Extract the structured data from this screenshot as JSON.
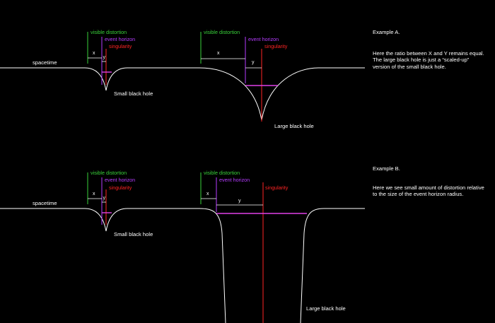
{
  "labels": {
    "spacetime": "spacetime",
    "visible_distortion": "visible distortion",
    "event_horizon": "event horizon",
    "singularity": "singularity",
    "x": "x",
    "y": "y",
    "small_black_hole": "Small black hole",
    "large_black_hole": "Large black hole"
  },
  "example_a": {
    "title": "Example A.",
    "text": "Here the ratio between X and Y remains equal. The large black hole is just a “scaled-up” version of the small black hole."
  },
  "example_b": {
    "title": "Example B.",
    "text": "Here we see small amount of distortion relative to the size of the event horizon radius."
  },
  "colors": {
    "background": "#000000",
    "spacetime_line": "#ffffff",
    "visible_distortion": "#39d23a",
    "event_horizon": "#b63cff",
    "singularity": "#ff2424",
    "horizon_span": "#e040e8",
    "text": "#ffffff"
  }
}
